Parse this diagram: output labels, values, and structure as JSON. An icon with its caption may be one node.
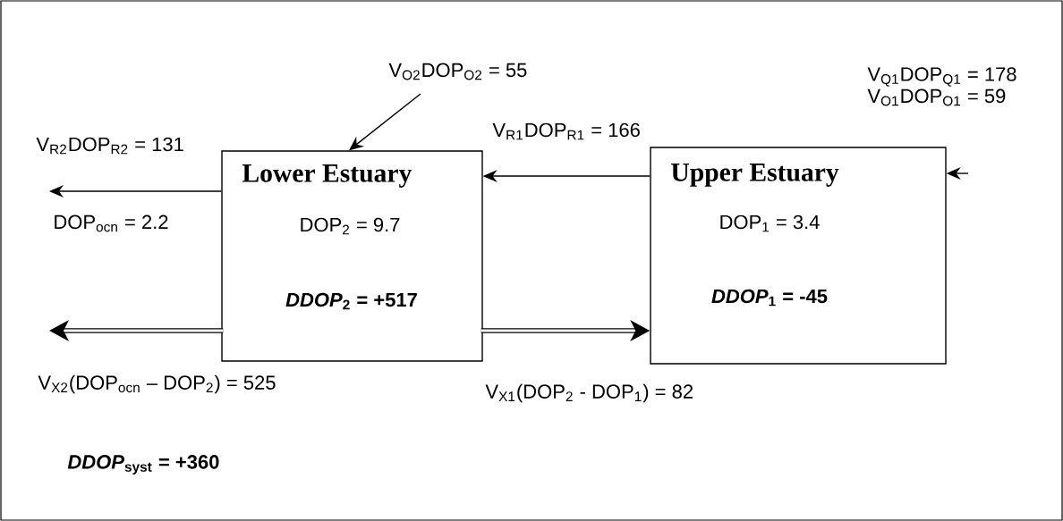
{
  "diagram": {
    "nodes": [
      {
        "text": [
          "Lower Estuary",
          "DOP$_{2}$ = 9.7",
          "*DDOP*$_{2}$ = +517"
        ]
      },
      {
        "text": [
          "Upper Estuary",
          "DOP$_{1}$ = 3.4",
          "*DDOP*$_{1}$ = -45"
        ]
      }
    ],
    "edges": [
      {
        "from": 0,
        "to": null,
        "arrow": "to",
        "label": "V$_{R2}$DOP$_{R2}$ = 131"
      },
      {
        "from": null,
        "to": 0,
        "arrow": "to",
        "label": "V$_{O2}$DOP$_{O2}$ = 55"
      },
      {
        "from": 1,
        "to": 0,
        "arrow": "to",
        "label": "V$_{R1}$DOP$_{R1}$ = 166"
      },
      {
        "from": null,
        "to": 1,
        "arrow": "to"
      },
      {
        "from": 0,
        "to": null,
        "arrow": "to",
        "style": "thick",
        "label": "V$_{X2}$(DOP$_{ocn}$ – DOP$_{2}$) = 525"
      },
      {
        "from": 0,
        "to": 1,
        "arrow": "to",
        "style": "thick",
        "label": "V$_{X1}$(DOP$_{2}$ - DOP$_{1}$) = 82"
      }
    ],
    "labels": [
      "V$_{Q1}$DOP$_{Q1}$ = 178",
      "V$_{O1}$DOP$_{O1}$ = 59",
      "DOP$_{ocn}$ = 2.2",
      "*DDOP*$_{syst}$ = +360"
    ]
  }
}
